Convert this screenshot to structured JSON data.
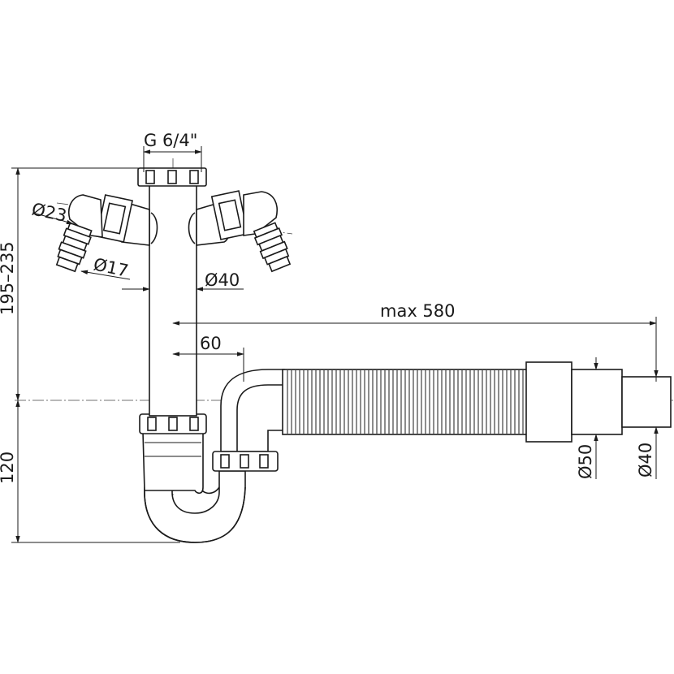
{
  "labels": {
    "thread": "G 6/4\"",
    "inlet_outer_dia": "Ø23",
    "inlet_inner_dia": "Ø17",
    "pipe_dia": "Ø40",
    "max_length": "max 580",
    "offset": "60",
    "height_range": "195–235",
    "trap_depth": "120",
    "outlet_dia_50": "Ø50",
    "outlet_dia_40": "Ø40"
  }
}
